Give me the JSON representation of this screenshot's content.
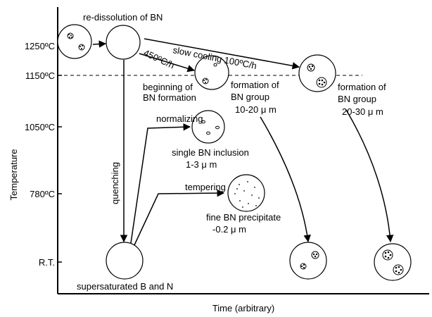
{
  "axes": {
    "y_label": "Temperature",
    "x_label": "Time (arbitrary)",
    "y_ticks": [
      "1250ºC",
      "1150ºC",
      "1050ºC",
      "780ºC",
      "R.T."
    ]
  },
  "labels": {
    "redissolution": "re-dissolution of BN",
    "slow_cooling": "slow cooling 100ºC/h",
    "rate_450": "450ºC/h",
    "beginning_1": "beginning of",
    "beginning_2": "BN formation",
    "formation_mid_1": "formation of",
    "formation_mid_2": "BN group",
    "formation_mid_3": "10-20 μ m",
    "formation_right_1": "formation of",
    "formation_right_2": "BN group",
    "formation_right_3": "20-30 μ m",
    "normalizing": "normalizing",
    "single_1": "single BN inclusion",
    "single_2": "1-3 μ m",
    "tempering": "tempering",
    "fine_1": "fine BN precipitate",
    "fine_2": "-0.2 μ m",
    "quenching": "quenching",
    "supersaturated": "supersaturated B and N"
  }
}
